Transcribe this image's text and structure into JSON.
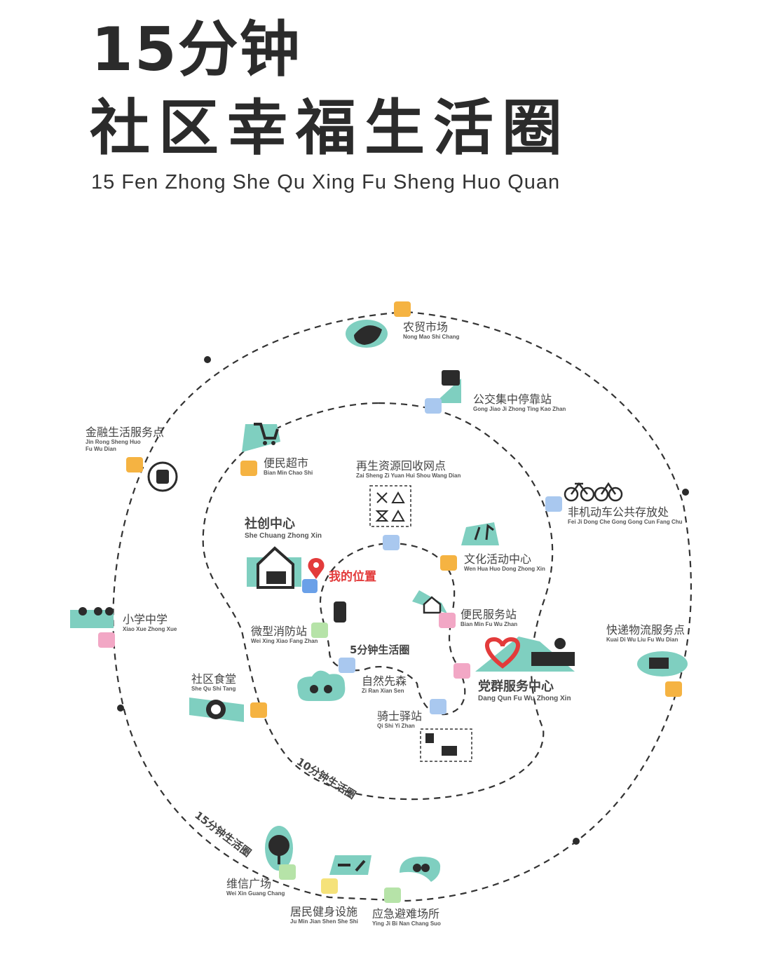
{
  "title": {
    "line1": "15分钟",
    "line2": "社区幸福生活圈",
    "pinyin": "15 Fen Zhong She Qu Xing Fu Sheng Huo Quan"
  },
  "rings": {
    "r5": "5分钟生活圈",
    "r10": "10分钟生活圈",
    "r15": "15分钟生活圈"
  },
  "me": "我的位置",
  "places": {
    "nongmao": {
      "zh": "农贸市场",
      "py": "Nong Mao Shi Chang"
    },
    "gongjiao": {
      "zh": "公交集中停靠站",
      "py": "Gong Jiao Ji Zhong Ting Kao Zhan"
    },
    "jinrong": {
      "zh": "金融生活服务点",
      "py1": "Jin Rong Sheng Huo",
      "py2": "Fu Wu Dian"
    },
    "chaoshi": {
      "zh": "便民超市",
      "py": "Bian Min Chao Shi"
    },
    "zaisheng": {
      "zh": "再生资源回收网点",
      "py": "Zai Sheng Zi Yuan Hui Shou Wang Dian"
    },
    "feijidong": {
      "zh": "非机动车公共存放处",
      "py": "Fei Ji Dong Che Gong Gong Cun Fang Chu"
    },
    "shechuang": {
      "zh": "社创中心",
      "py": "She Chuang Zhong Xin"
    },
    "wenhua": {
      "zh": "文化活动中心",
      "py": "Wen Hua Huo Dong Zhong Xin"
    },
    "xiaoxue": {
      "zh": "小学中学",
      "py": "Xiao Xue Zhong Xue"
    },
    "xiaofang": {
      "zh": "微型消防站",
      "py": "Wei Xing Xiao Fang Zhan"
    },
    "bianmin": {
      "zh": "便民服务站",
      "py": "Bian Min Fu Wu Zhan"
    },
    "kuaidi": {
      "zh": "快递物流服务点",
      "py": "Kuai Di Wu Liu Fu Wu Dian"
    },
    "shitang": {
      "zh": "社区食堂",
      "py": "She Qu Shi Tang"
    },
    "ziran": {
      "zh": "自然先森",
      "py": "Zi Ran Xian Sen"
    },
    "dangqun": {
      "zh": "党群服务中心",
      "py": "Dang Qun Fu Wu Zhong Xin"
    },
    "qishi": {
      "zh": "骑士驿站",
      "py": "Qi Shi Yi Zhan"
    },
    "weixin": {
      "zh": "维信广场",
      "py": "Wei Xin Guang Chang"
    },
    "jianshen": {
      "zh": "居民健身设施",
      "py": "Ju Min Jian Shen She Shi"
    },
    "yingji": {
      "zh": "应急避难场所",
      "py": "Ying Ji Bi Nan Chang Suo"
    }
  },
  "colors": {
    "teal": "#7fcfc0",
    "orange": "#f5b342",
    "blue": "#a9c8ef",
    "pink": "#f2a7c5",
    "green": "#b6e3a8",
    "red": "#e33b3b",
    "dark": "#2b2b2b"
  }
}
